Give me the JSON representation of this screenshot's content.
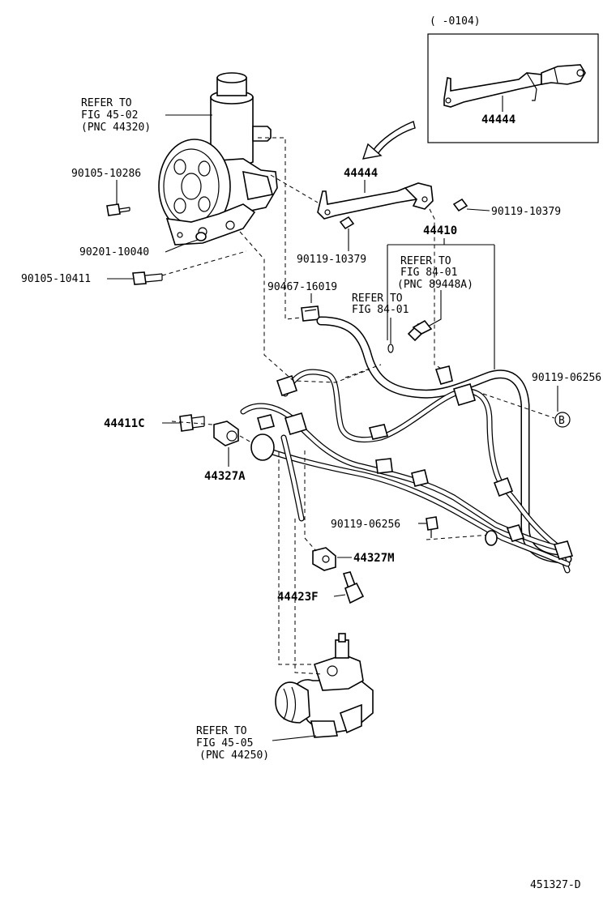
{
  "inset_caption": "(      -0104)",
  "labels": {
    "inset_part": "44444",
    "bracket_part": "44444",
    "bolt_bracket_right": "90119-10379",
    "bolt_bracket_bottom": "90119-10379",
    "bolt_pump_upper": "90105-10286",
    "bolt_pump_middle": "90201-10040",
    "bolt_pump_lower": "90105-10411",
    "pressure_tube": "44410",
    "clamp_top": "90467-16019",
    "bolt_right": "90119-06256",
    "bolt_center": "90119-06256",
    "union_bolt": "44411C",
    "gasket_left": "44327A",
    "gasket_lower": "44327M",
    "union_lower": "44423F",
    "ref_circle": "B",
    "diagram_id": "451327-D"
  },
  "references": {
    "pump": [
      "REFER TO",
      "FIG 45-02",
      "(PNC 44320)"
    ],
    "switch": [
      "REFER TO",
      "FIG 84-01",
      "(PNC 89448A)"
    ],
    "oring": [
      "REFER TO",
      "FIG 84-01"
    ],
    "gear": [
      "REFER TO",
      "FIG 45-05",
      "(PNC 44250)"
    ]
  }
}
